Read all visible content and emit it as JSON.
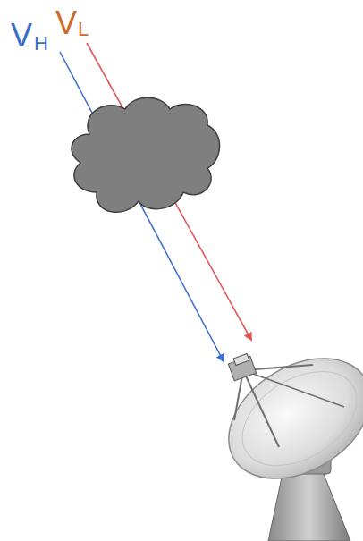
{
  "diagram": {
    "labels": [
      "V",
      "H",
      "V",
      "L"
    ]
  }
}
